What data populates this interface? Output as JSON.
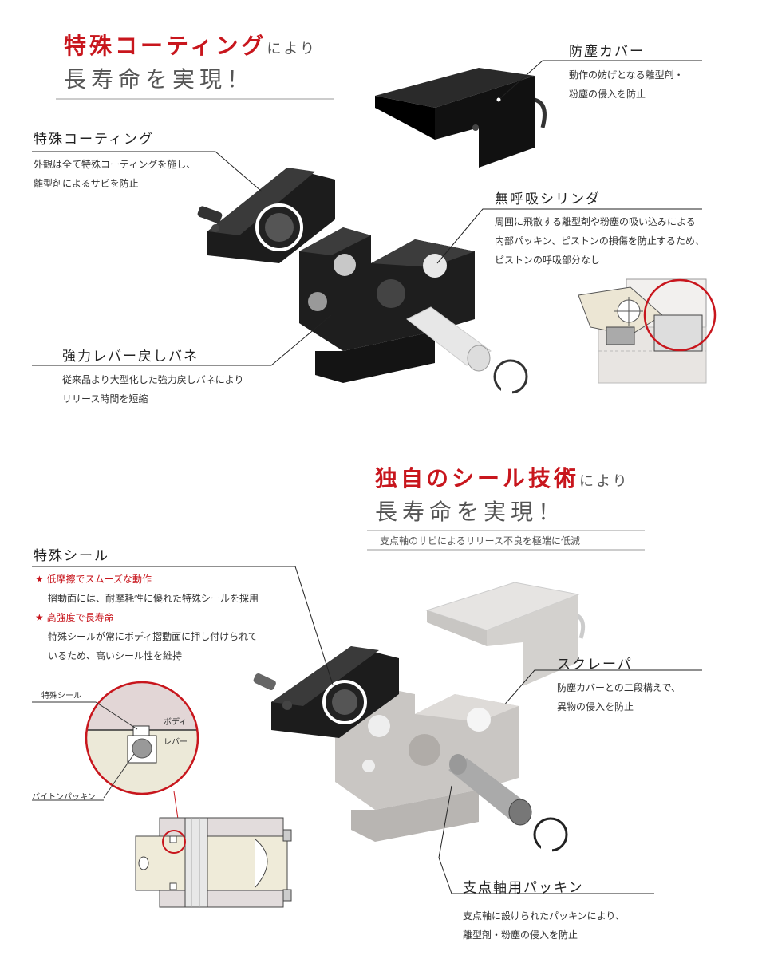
{
  "section1": {
    "heading_red": "特殊コーティング",
    "heading_suffix": "により",
    "heading_line2": "長寿命を実現！",
    "cover": {
      "title": "防塵カバー",
      "desc1": "動作の妨げとなる離型剤・",
      "desc2": "粉塵の侵入を防止"
    },
    "coating": {
      "title": "特殊コーティング",
      "desc1": "外観は全て特殊コーティングを施し、",
      "desc2": "離型剤によるサビを防止"
    },
    "cylinder": {
      "title": "無呼吸シリンダ",
      "desc1": "周囲に飛散する離型剤や粉塵の吸い込みによる",
      "desc2": "内部パッキン、ピストンの損傷を防止するため、",
      "desc3": "ピストンの呼吸部分なし"
    },
    "spring": {
      "title": "強力レバー戻しバネ",
      "desc1": "従来品より大型化した強力戻しバネにより",
      "desc2": "リリース時間を短縮"
    }
  },
  "section2": {
    "heading_red": "独自のシール技術",
    "heading_suffix": "により",
    "heading_line2": "長寿命を実現！",
    "subtitle": "支点軸のサビによるリリース不良を極端に低減",
    "seal": {
      "title": "特殊シール",
      "point1": "★ 低摩擦でスムーズな動作",
      "desc1": "摺動面には、耐摩耗性に優れた特殊シールを採用",
      "point2": "★ 高強度で長寿命",
      "desc2": "特殊シールが常にボディ摺動面に押し付けられて",
      "desc3": "いるため、高いシール性を維持"
    },
    "detail": {
      "label_seal": "特殊シール",
      "label_body": "ボディ",
      "label_lever": "レバー",
      "label_packing": "バイトンパッキン"
    },
    "scraper": {
      "title": "スクレーパ",
      "desc1": "防塵カバーとの二段構えで、",
      "desc2": "異物の侵入を防止"
    },
    "pivot": {
      "title": "支点軸用パッキン",
      "desc1": "支点軸に設けられたパッキンにより、",
      "desc2": "離型剤・粉塵の侵入を防止"
    }
  },
  "colors": {
    "accent_red": "#c8161d",
    "dark_part": "#1a1a1a",
    "gray_part": "#c9c6c3"
  }
}
